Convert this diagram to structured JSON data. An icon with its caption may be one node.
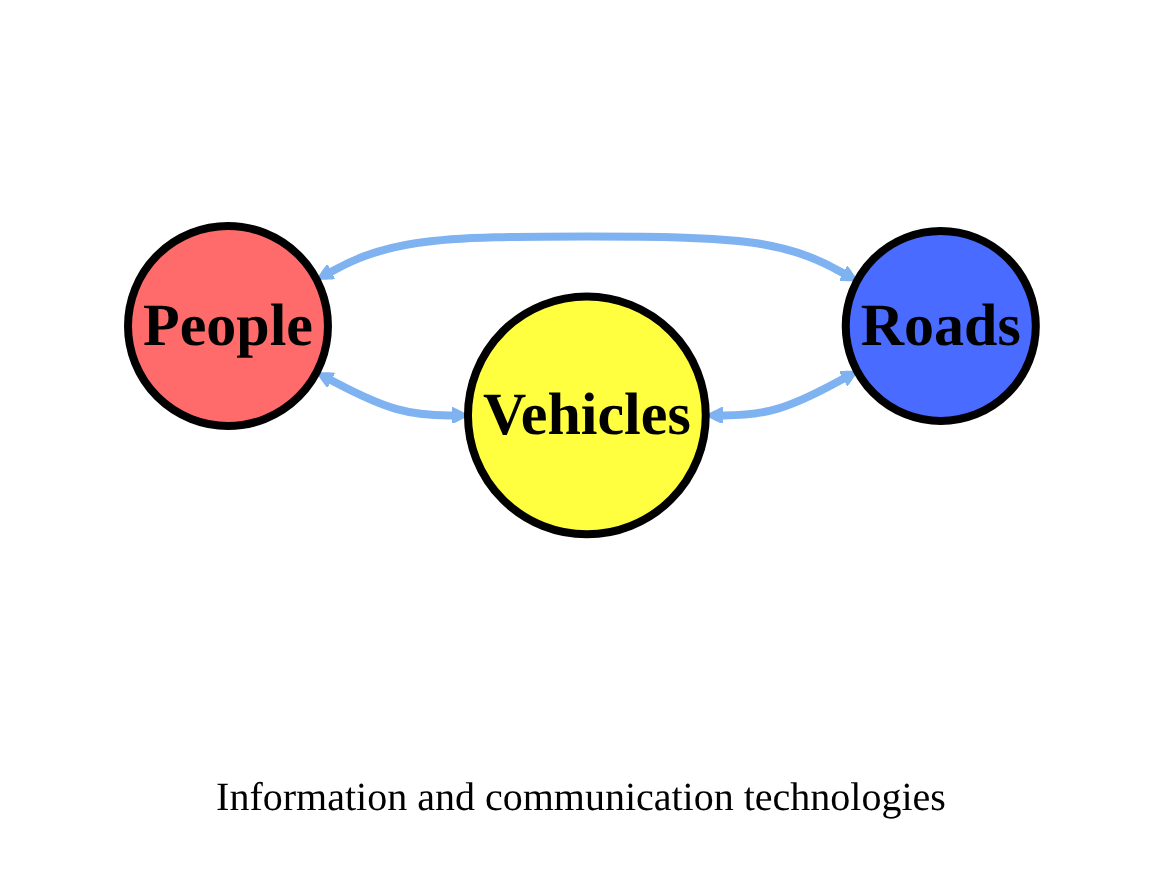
{
  "diagram": {
    "nodes": [
      {
        "text": [
          "People"
        ]
      },
      {
        "text": [
          "Vehicles"
        ]
      },
      {
        "text": [
          "Roads"
        ]
      }
    ],
    "edges": [
      {
        "from": 0,
        "to": 1,
        "arrow": "both"
      },
      {
        "from": 0,
        "to": 2,
        "arrow": "both"
      },
      {
        "from": 1,
        "to": 2,
        "arrow": "both"
      }
    ],
    "labels": [
      "Information and communication technologies"
    ]
  }
}
